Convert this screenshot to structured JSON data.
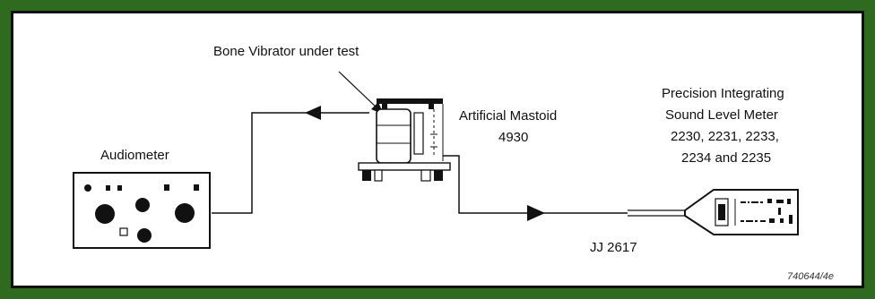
{
  "labels": {
    "bone_vibrator": "Bone Vibrator under test",
    "artificial_mastoid_line1": "Artificial Mastoid",
    "artificial_mastoid_line2": "4930",
    "audiometer": "Audiometer",
    "slm_line1": "Precision Integrating",
    "slm_line2": "Sound Level Meter",
    "slm_line3": "2230, 2231, 2233,",
    "slm_line4": "2234 and 2235",
    "cable": "JJ 2617",
    "figure_ref": "740644/4e"
  },
  "colors": {
    "border": "#2f6b1f",
    "ink": "#111111",
    "background": "#ffffff"
  }
}
